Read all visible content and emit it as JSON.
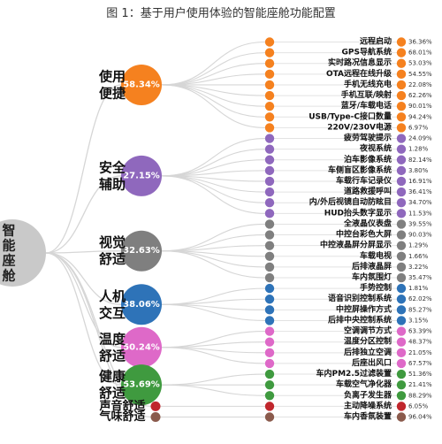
{
  "title": "图 1：基于用户使用体验的智能座舱功能配置",
  "root_label": "智能座舱",
  "colors": {
    "orange": "#f5811f",
    "purple": "#8f68bd",
    "gray": "#7f7f7f",
    "blue": "#2e73b8",
    "pink": "#de69c8",
    "green": "#3f9a3f",
    "red": "#c0272d",
    "brown": "#8a5a4c",
    "root": "#c9c9c9",
    "connector": "#d6d6d6"
  },
  "groups": [
    {
      "name": "使用便捷",
      "name_lines": [
        "使用",
        "便捷"
      ],
      "pct": "58.34%",
      "color": "orange",
      "items": [
        {
          "label": "远程启动",
          "value": "36.36%"
        },
        {
          "label": "GPS导航系统",
          "value": "68.01%"
        },
        {
          "label": "实时路况信息显示",
          "value": "53.03%"
        },
        {
          "label": "OTA远程在线升级",
          "value": "54.55%"
        },
        {
          "label": "手机无线充电",
          "value": "22.08%"
        },
        {
          "label": "手机互联/映射",
          "value": "62.26%"
        },
        {
          "label": "蓝牙/车载电话",
          "value": "90.01%"
        },
        {
          "label": "USB/Type-C接口数量",
          "value": "94.24%"
        },
        {
          "label": "220V/230V电源",
          "value": "6.97%"
        }
      ]
    },
    {
      "name": "安全辅助",
      "name_lines": [
        "安全",
        "辅助"
      ],
      "pct": "27.15%",
      "color": "purple",
      "items": [
        {
          "label": "疲劳驾驶提示",
          "value": "24.09%"
        },
        {
          "label": "夜视系统",
          "value": "1.28%"
        },
        {
          "label": "泊车影像系统",
          "value": "82.14%"
        },
        {
          "label": "车侧盲区影像系统",
          "value": "3.80%"
        },
        {
          "label": "车载行车记录仪",
          "value": "16.91%"
        },
        {
          "label": "道路救援呼叫",
          "value": "36.41%"
        },
        {
          "label": "内/外后视镜自动防眩目",
          "value": "34.70%"
        },
        {
          "label": "HUD抬头数字显示",
          "value": "11.53%"
        }
      ]
    },
    {
      "name": "视觉舒适",
      "name_lines": [
        "视觉",
        "舒适"
      ],
      "pct": "32.63%",
      "color": "gray",
      "items": [
        {
          "label": "全液晶仪表盘",
          "value": "39.55%"
        },
        {
          "label": "中控台彩色大屏",
          "value": "90.03%"
        },
        {
          "label": "中控液晶屏分屏显示",
          "value": "1.29%"
        },
        {
          "label": "车载电视",
          "value": "1.66%"
        },
        {
          "label": "后排液晶屏",
          "value": "3.22%"
        },
        {
          "label": "车内氛围灯",
          "value": "35.47%"
        }
      ]
    },
    {
      "name": "人机交互",
      "name_lines": [
        "人机",
        "交互"
      ],
      "pct": "38.06%",
      "color": "blue",
      "items": [
        {
          "label": "手势控制",
          "value": "1.81%"
        },
        {
          "label": "语音识别控制系统",
          "value": "62.02%"
        },
        {
          "label": "中控屏操作方式",
          "value": "85.27%"
        },
        {
          "label": "后排中央控制系统",
          "value": "3.15%"
        }
      ]
    },
    {
      "name": "温度舒适",
      "name_lines": [
        "温度",
        "舒适"
      ],
      "pct": "50.24%",
      "color": "pink",
      "items": [
        {
          "label": "空调调节方式",
          "value": "63.39%"
        },
        {
          "label": "温度分区控制",
          "value": "48.37%"
        },
        {
          "label": "后排独立空调",
          "value": "21.05%"
        },
        {
          "label": "后座出风口",
          "value": "67.57%"
        }
      ]
    },
    {
      "name": "健康舒适",
      "name_lines": [
        "健康",
        "舒适"
      ],
      "pct": "53.69%",
      "color": "green",
      "items": [
        {
          "label": "车内PM2.5过滤装置",
          "value": "51.36%"
        },
        {
          "label": "车载空气净化器",
          "value": "21.41%"
        },
        {
          "label": "负离子发生器",
          "value": "88.29%"
        }
      ]
    },
    {
      "name": "声音舒适",
      "name_lines": [
        "声音舒适"
      ],
      "pct": "",
      "color": "red",
      "items": [
        {
          "label": "主动降噪系统",
          "value": "6.05%"
        }
      ]
    },
    {
      "name": "气味舒适",
      "name_lines": [
        "气味舒适"
      ],
      "pct": "",
      "color": "brown",
      "items": [
        {
          "label": "车内香氛装置",
          "value": "96.04%"
        }
      ]
    }
  ]
}
